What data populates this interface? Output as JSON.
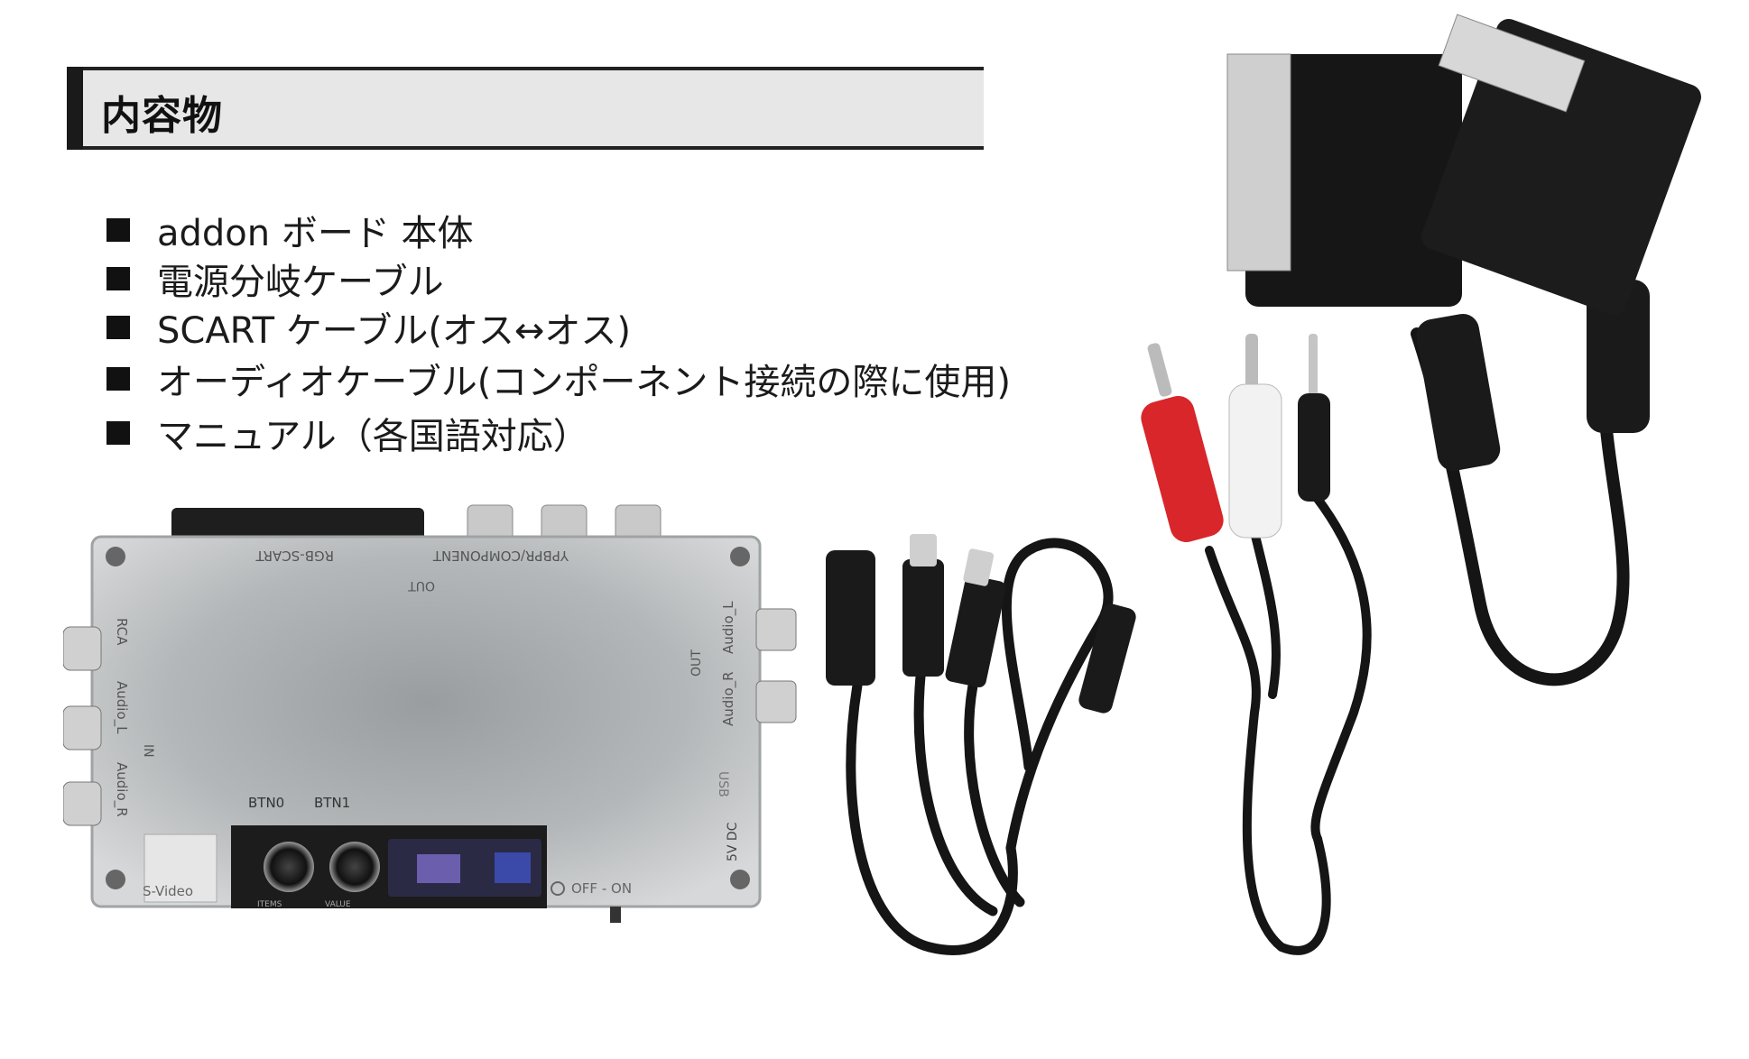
{
  "section": {
    "title": "内容物"
  },
  "contents": [
    {
      "label": "addon ボード 本体"
    },
    {
      "label": "電源分岐ケーブル"
    },
    {
      "label": "SCART ケーブル(オス↔オス)"
    },
    {
      "label": "オーディオケーブル(コンポーネント接続の際に使用)"
    },
    {
      "label": "マニュアル（各国語対応）"
    }
  ],
  "board": {
    "labels": {
      "rgb_scart": "RGB-SCART",
      "component": "YPBPR/COMPONENT",
      "out": "OUT",
      "rca": "RCA",
      "audio_r_in": "Audio_R",
      "audio_l_in": "Audio_L",
      "in": "IN",
      "audio_l_out": "Audio_L",
      "audio_r_out": "Audio_R",
      "out_side": "OUT",
      "usb": "USB",
      "dc": "5V DC",
      "btn0": "BTN0",
      "btn1": "BTN1",
      "svideo": "S-Video",
      "power": "OFF - ON",
      "items": "ITEMS",
      "value": "VALUE"
    }
  },
  "colors": {
    "header_band": "#e7e7e7",
    "cable_black": "#1a1a1a",
    "rca_red": "#d8262a",
    "rca_white": "#f2f2f2",
    "board_frost": "#bfc2c4"
  }
}
